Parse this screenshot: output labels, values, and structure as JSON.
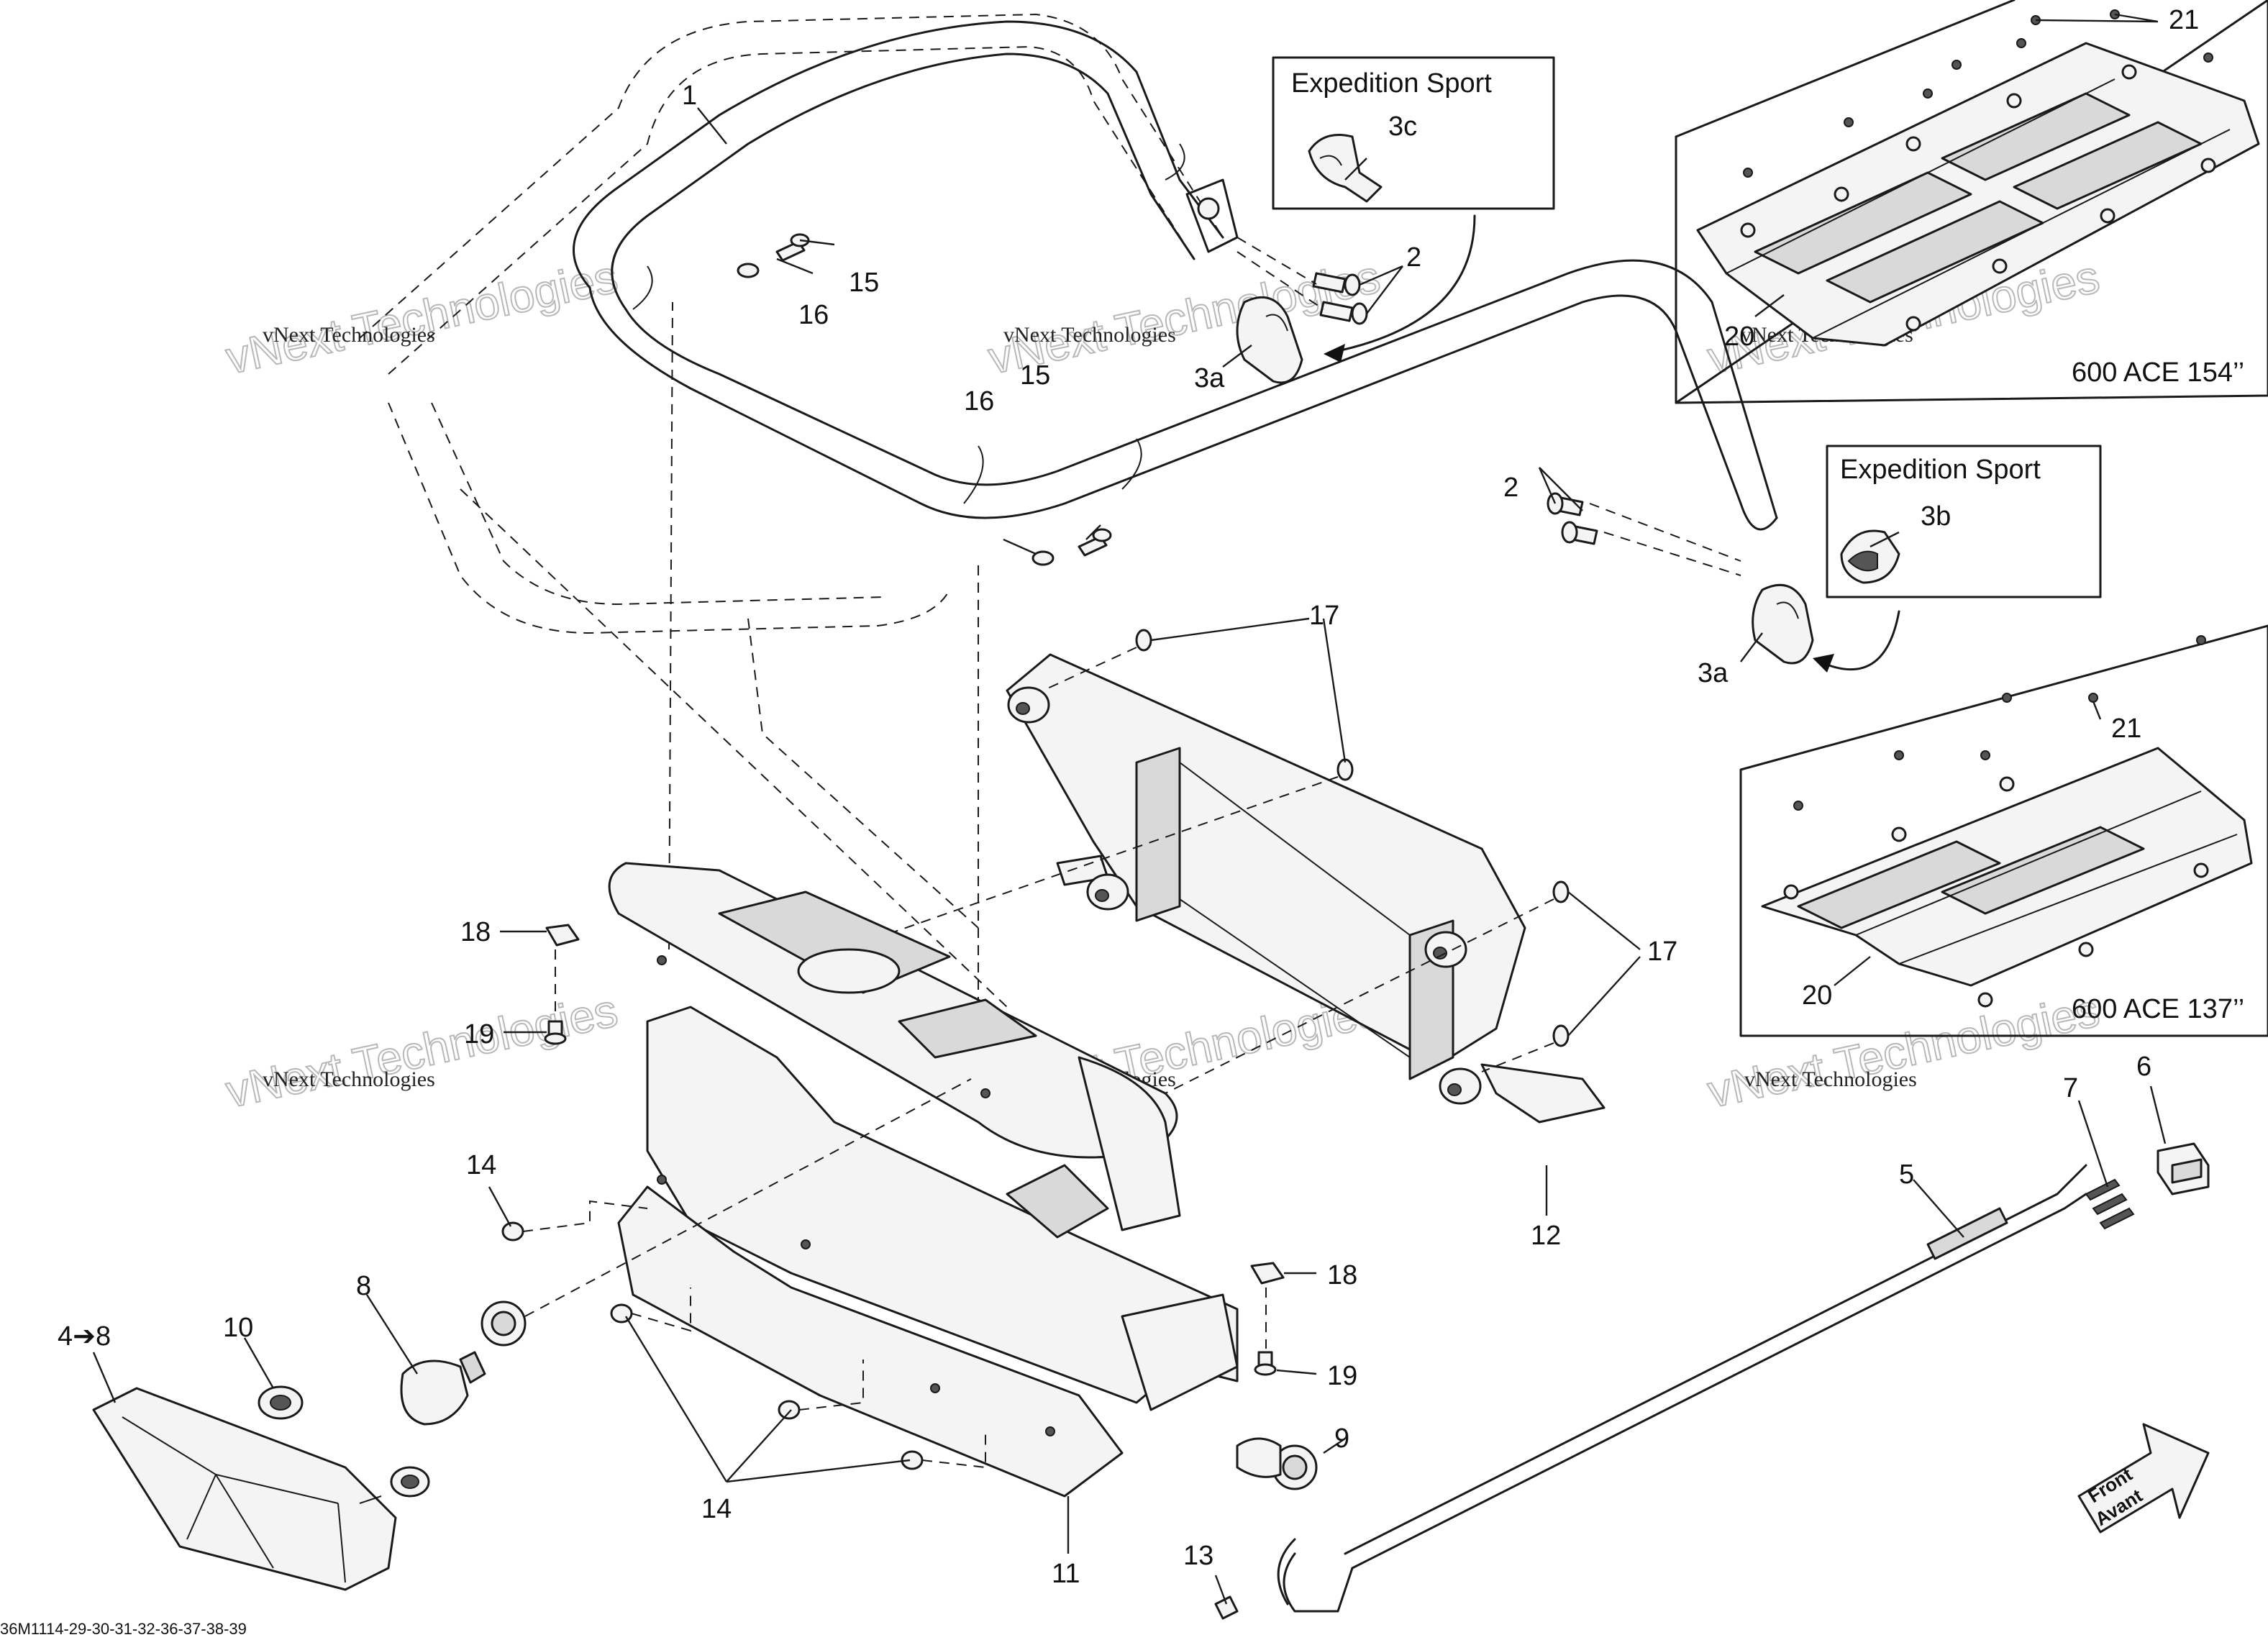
{
  "labels": {
    "l1": "1",
    "l2a": "2",
    "l2b": "2",
    "l3a_left": "3a",
    "l3a_right": "3a",
    "l3b": "3b",
    "l3c": "3c",
    "l4to8": "4➔8",
    "l5": "5",
    "l6": "6",
    "l7": "7",
    "l8": "8",
    "l9": "9",
    "l10": "10",
    "l11": "11",
    "l12": "12",
    "l13": "13",
    "l14a": "14",
    "l14b": "14",
    "l15a": "15",
    "l15b": "15",
    "l16a": "16",
    "l16b": "16",
    "l17a": "17",
    "l17b": "17",
    "l18a": "18",
    "l18b": "18",
    "l19a": "19",
    "l19b": "19",
    "l20a": "20",
    "l20b": "20",
    "l21a": "21",
    "l21b": "21"
  },
  "boxes": {
    "expedition_top": "Expedition Sport",
    "expedition_right": "Expedition Sport",
    "ace154": "600 ACE 154’’",
    "ace137": "600 ACE 137’’"
  },
  "watermark": {
    "small": "vNext Technologies",
    "big": "vNext Technologies"
  },
  "front_arrow": {
    "line1": "Front",
    "line2": "Avant"
  },
  "drawing_code": "36M1114-29-30-31-32-36-37-38-39"
}
